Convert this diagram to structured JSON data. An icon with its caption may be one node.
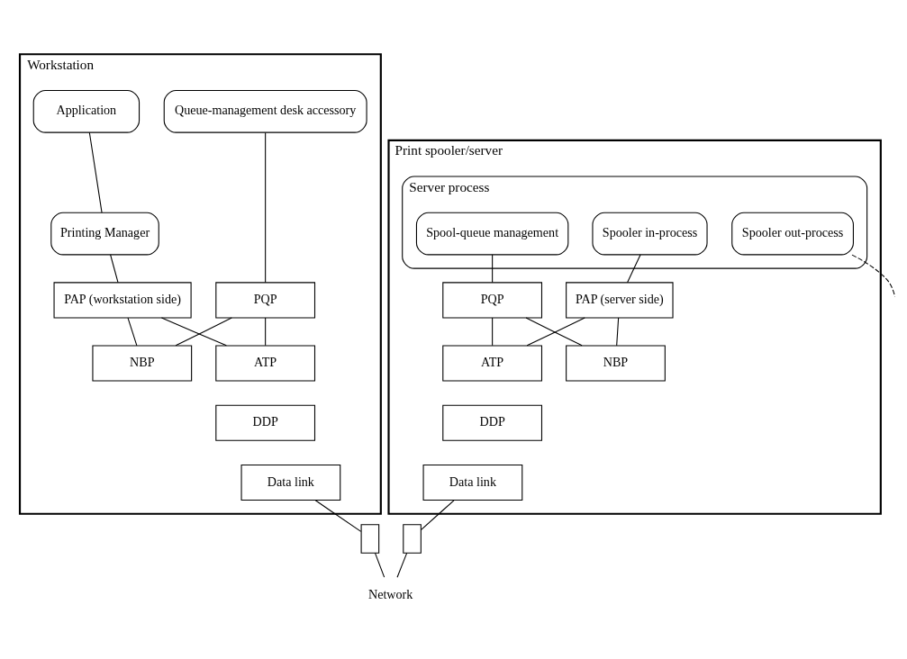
{
  "diagram": {
    "nodes": [
      {
        "text": [
          "Workstation"
        ]
      },
      {
        "text": [
          "Application"
        ],
        "in": 0
      },
      {
        "text": [
          "Printing Manager"
        ],
        "in": 0
      },
      {
        "text": [
          "Queue-management desk accessory"
        ],
        "in": 0
      },
      {
        "text": [
          "PAP (workstation side)"
        ],
        "in": 0
      },
      {
        "text": [
          "PQP"
        ],
        "in": 0
      },
      {
        "text": [
          "NBP"
        ],
        "in": 0
      },
      {
        "text": [
          "ATP"
        ],
        "in": 0
      },
      {
        "text": [
          "DDP"
        ],
        "in": 0
      },
      {
        "text": [
          "Data link"
        ],
        "in": 0
      },
      {
        "text": [
          "Print spooler/server"
        ]
      },
      {
        "text": [
          "Server process"
        ],
        "in": 10
      },
      {
        "text": [
          "Spool-queue management"
        ],
        "in": 11
      },
      {
        "text": [
          "Spooler in-process"
        ],
        "in": 11
      },
      {
        "text": [
          "Spooler out-process"
        ],
        "in": 11
      },
      {
        "text": [
          "PQP"
        ],
        "in": 10
      },
      {
        "text": [
          "PAP (server side)"
        ],
        "in": 10
      },
      {
        "text": [
          "ATP"
        ],
        "in": 10
      },
      {
        "text": [
          "NBP"
        ],
        "in": 10
      },
      {
        "text": [
          "DDP"
        ],
        "in": 10
      },
      {
        "text": [
          "Data link"
        ],
        "in": 10
      },
      {
        "text": [],
        "shape": "box"
      },
      {
        "text": [],
        "shape": "box"
      },
      {
        "text": [
          "Network"
        ]
      }
    ],
    "edges": [
      {
        "from": 1,
        "to": 2,
        "arrow": "none"
      },
      {
        "from": 2,
        "to": 4,
        "arrow": "none"
      },
      {
        "from": 3,
        "to": 5,
        "arrow": "none"
      },
      {
        "from": 4,
        "to": 6,
        "arrow": "none"
      },
      {
        "from": 4,
        "to": 7,
        "arrow": "none"
      },
      {
        "from": 5,
        "to": 7,
        "arrow": "none"
      },
      {
        "from": 5,
        "to": 6,
        "arrow": "none"
      },
      {
        "from": 12,
        "to": 15,
        "arrow": "none"
      },
      {
        "from": 13,
        "to": 16,
        "arrow": "none"
      },
      {
        "from": 14,
        "to": null,
        "arrow": "none",
        "style": "dashed"
      },
      {
        "from": 15,
        "to": 17,
        "arrow": "none"
      },
      {
        "from": 15,
        "to": 18,
        "arrow": "none"
      },
      {
        "from": 16,
        "to": 18,
        "arrow": "none"
      },
      {
        "from": 16,
        "to": 17,
        "arrow": "none"
      },
      {
        "from": 9,
        "to": 21,
        "arrow": "none"
      },
      {
        "from": 21,
        "to": 23,
        "arrow": "none"
      },
      {
        "from": 20,
        "to": 22,
        "arrow": "none"
      },
      {
        "from": 22,
        "to": 23,
        "arrow": "none"
      }
    ]
  }
}
